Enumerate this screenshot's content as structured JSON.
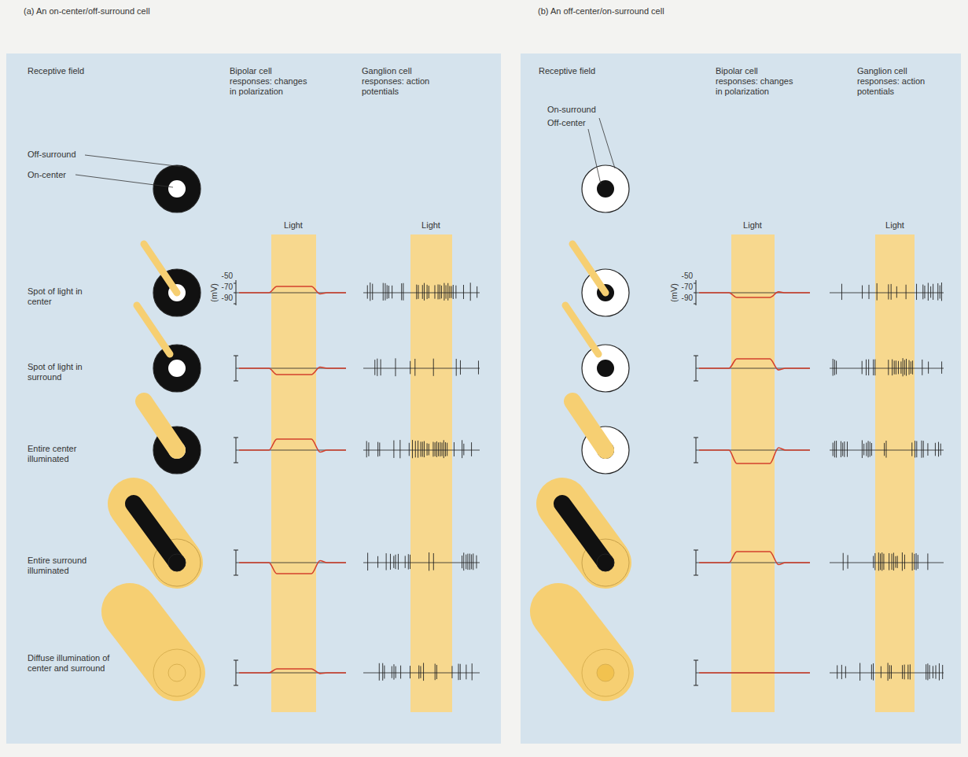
{
  "diagram": {
    "nodes": [
      {
        "text": [
          "(a) An on-center/off-surround cell"
        ]
      },
      {
        "text": [
          "(b) An off-center/on-surround cell"
        ]
      }
    ],
    "labels": [
      "Receptive field",
      "Bipolar cell responses: changes in polarization",
      "Ganglion cell responses: action potentials",
      "Off-surround",
      "On-center",
      "Light",
      "Light",
      "-50",
      "-70",
      "-90",
      "(mV)",
      "Spot of light in center",
      "Spot of light in surround",
      "Entire center illuminated",
      "Entire surround illuminated",
      "Diffuse illumination of center and surround",
      "Receptive field",
      "Bipolar cell responses: changes in polarization",
      "Ganglion cell responses: action potentials",
      "On-surround",
      "Off-center",
      "Light",
      "Light",
      "-50",
      "-70",
      "-90",
      "(mV)"
    ]
  }
}
